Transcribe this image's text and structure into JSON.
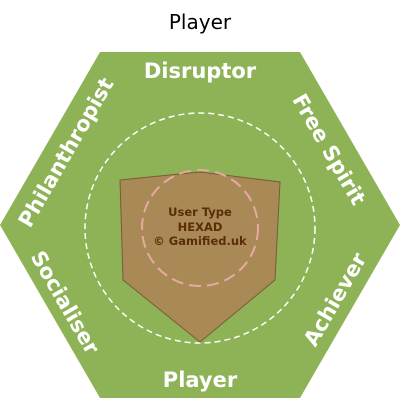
{
  "title": "Player",
  "segments": {
    "top": "Disruptor",
    "top_right": "Free Spirit",
    "bottom_right": "Achiever",
    "bottom": "Player",
    "bottom_left": "Socialiser",
    "top_left": "Philanthropist"
  },
  "center": {
    "line1": "User Type",
    "line2": "HEXAD",
    "line3": "© Gamified.uk"
  },
  "colors": {
    "hexagon_fill": "#8db356",
    "shape_fill": "#a98a56",
    "shape_stroke": "#7a5a36",
    "inner_circle": "#e9a9a0",
    "outer_circle": "#ffffff",
    "center_text": "#5a2d08"
  }
}
